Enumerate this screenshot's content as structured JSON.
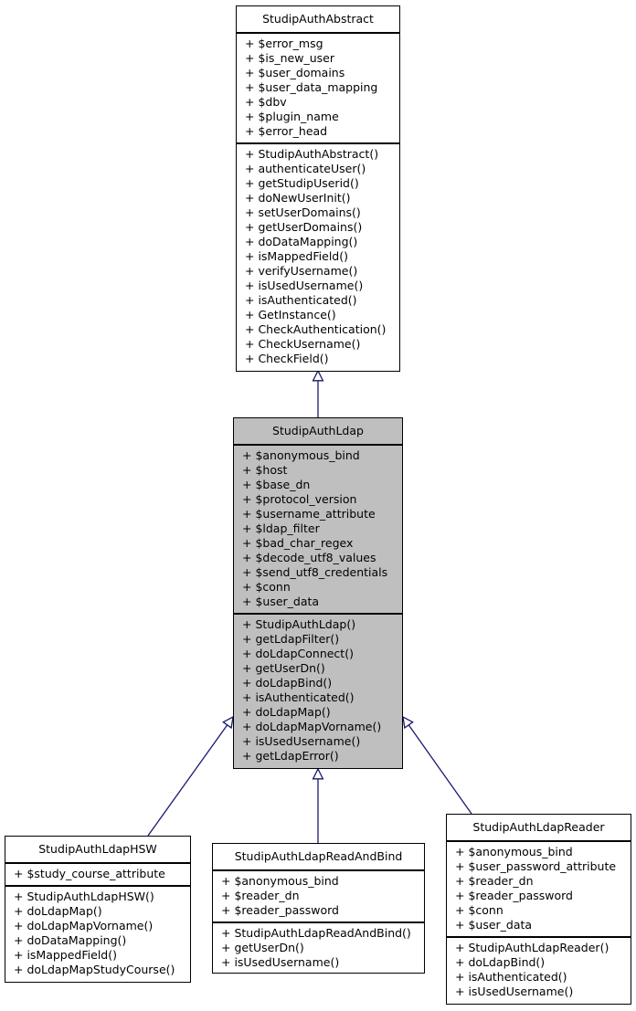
{
  "diagram": {
    "classes": [
      {
        "id": "abstract",
        "name": "StudipAuthAbstract",
        "highlighted": false,
        "attributes": [
          "+ $error_msg",
          "+ $is_new_user",
          "+ $user_domains",
          "+ $user_data_mapping",
          "+ $dbv",
          "+ $plugin_name",
          "+ $error_head"
        ],
        "methods": [
          "+ StudipAuthAbstract()",
          "+ authenticateUser()",
          "+ getStudipUserid()",
          "+ doNewUserInit()",
          "+ setUserDomains()",
          "+ getUserDomains()",
          "+ doDataMapping()",
          "+ isMappedField()",
          "+ verifyUsername()",
          "+ isUsedUsername()",
          "+ isAuthenticated()",
          "+ GetInstance()",
          "+ CheckAuthentication()",
          "+ CheckUsername()",
          "+ CheckField()"
        ]
      },
      {
        "id": "ldap",
        "name": "StudipAuthLdap",
        "highlighted": true,
        "attributes": [
          "+ $anonymous_bind",
          "+ $host",
          "+ $base_dn",
          "+ $protocol_version",
          "+ $username_attribute",
          "+ $ldap_filter",
          "+ $bad_char_regex",
          "+ $decode_utf8_values",
          "+ $send_utf8_credentials",
          "+ $conn",
          "+ $user_data"
        ],
        "methods": [
          "+ StudipAuthLdap()",
          "+ getLdapFilter()",
          "+ doLdapConnect()",
          "+ getUserDn()",
          "+ doLdapBind()",
          "+ isAuthenticated()",
          "+ doLdapMap()",
          "+ doLdapMapVorname()",
          "+ isUsedUsername()",
          "+ getLdapError()"
        ]
      },
      {
        "id": "hsw",
        "name": "StudipAuthLdapHSW",
        "highlighted": false,
        "attributes": [
          "+ $study_course_attribute"
        ],
        "methods": [
          "+ StudipAuthLdapHSW()",
          "+ doLdapMap()",
          "+ doLdapMapVorname()",
          "+ doDataMapping()",
          "+ isMappedField()",
          "+ doLdapMapStudyCourse()"
        ]
      },
      {
        "id": "readandbind",
        "name": "StudipAuthLdapReadAndBind",
        "highlighted": false,
        "attributes": [
          "+ $anonymous_bind",
          "+ $reader_dn",
          "+ $reader_password"
        ],
        "methods": [
          "+ StudipAuthLdapReadAndBind()",
          "+ getUserDn()",
          "+ isUsedUsername()"
        ]
      },
      {
        "id": "reader",
        "name": "StudipAuthLdapReader",
        "highlighted": false,
        "attributes": [
          "+ $anonymous_bind",
          "+ $user_password_attribute",
          "+ $reader_dn",
          "+ $reader_password",
          "+ $conn",
          "+ $user_data"
        ],
        "methods": [
          "+ StudipAuthLdapReader()",
          "+ doLdapBind()",
          "+ isAuthenticated()",
          "+ isUsedUsername()"
        ]
      }
    ],
    "inheritance": [
      {
        "child": "ldap",
        "parent": "abstract"
      },
      {
        "child": "hsw",
        "parent": "ldap"
      },
      {
        "child": "readandbind",
        "parent": "ldap"
      },
      {
        "child": "reader",
        "parent": "ldap"
      }
    ],
    "colors": {
      "edge": "#191970",
      "highlight_fill": "#bfbfbf",
      "border": "#000000"
    }
  }
}
